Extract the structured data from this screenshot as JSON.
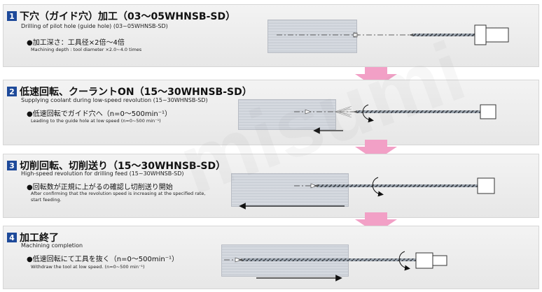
{
  "steps": [
    {
      "num": "1",
      "title": "下穴（ガイド穴）加工（03～05WHNSB-SD）",
      "subtitle": "Drilling of pilot hole (guide hole) (03~05WHNSB-SD)",
      "bullet": "●加工深さ：工具径×2倍～4倍",
      "note": "Machining depth : tool diameter ×2.0~4.0 times"
    },
    {
      "num": "2",
      "title": "低速回転、クーラントON（15～30WHNSB-SD）",
      "subtitle": "Supplying coolant during low-speed revolution (15~30WHNSB-SD)",
      "bullet": "●低速回転でガイド穴へ（n=0～500min⁻¹）",
      "note": "Leading to the guide hole at low speed (n=0~500 min⁻¹)"
    },
    {
      "num": "3",
      "title": "切削回転、切削送り（15～30WHNSB-SD）",
      "subtitle": "High-speed revolution for drilling feed (15~30WHNSB-SD)",
      "bullet": "●回転数が正規に上がるの確認し切削送り開始",
      "note": "After confirming that the revolution speed is increasing at the specified rate,",
      "note2": "start feeding."
    },
    {
      "num": "4",
      "title": "加工終了",
      "subtitle": "Machining completion",
      "bullet": "●低速回転にて工具を抜く（n=0～500min⁻¹）",
      "note": "Withdraw the tool at low speed. (n=0~500 min⁻¹)"
    }
  ],
  "watermark": "misumi",
  "colors": {
    "badge": "#1e4a9a",
    "arrow_pink": "#f2a0c6",
    "workpiece": "#cfd3da",
    "tool": "#444444"
  }
}
